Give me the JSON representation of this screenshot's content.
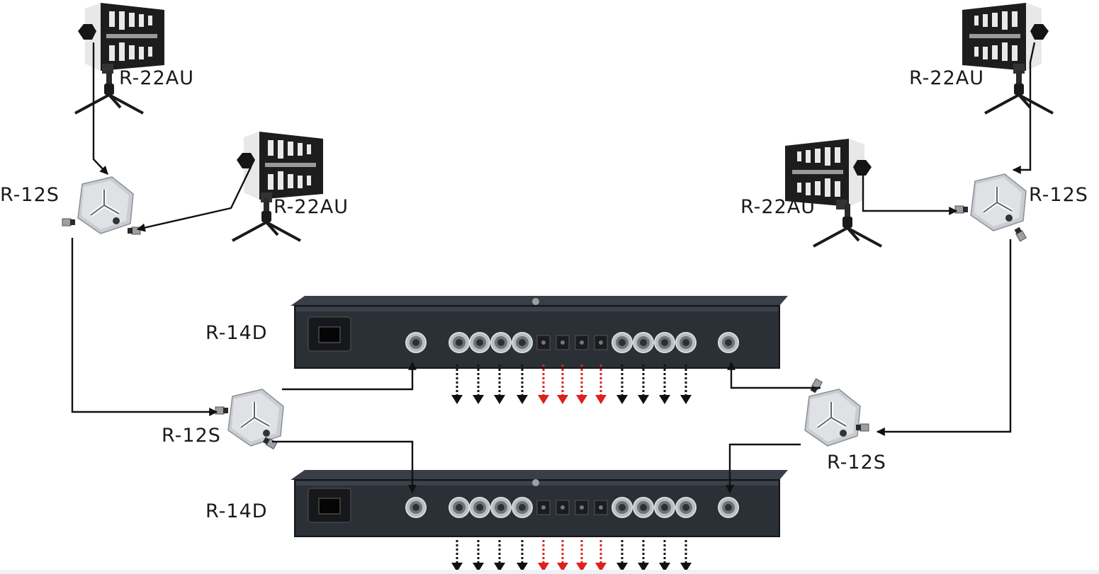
{
  "labels": {
    "antenna_top_left": "R-22AU",
    "antenna_mid_left": "R-22AU",
    "antenna_top_right": "R-22AU",
    "antenna_mid_right": "R-22AU",
    "splitter_top_left": "R-12S",
    "splitter_top_right": "R-12S",
    "splitter_bottom_left": "R-12S",
    "splitter_bottom_right": "R-12S",
    "distributor_top": "R-14D",
    "distributor_bottom": "R-14D"
  },
  "colors": {
    "line": "#111111",
    "dc_output_arrow": "#e0201c",
    "rf_output_arrow": "#111111",
    "rack_body": "#2b2f36",
    "antenna_body": "#1c1c1c",
    "splitter_body": "#c9ccd1"
  }
}
